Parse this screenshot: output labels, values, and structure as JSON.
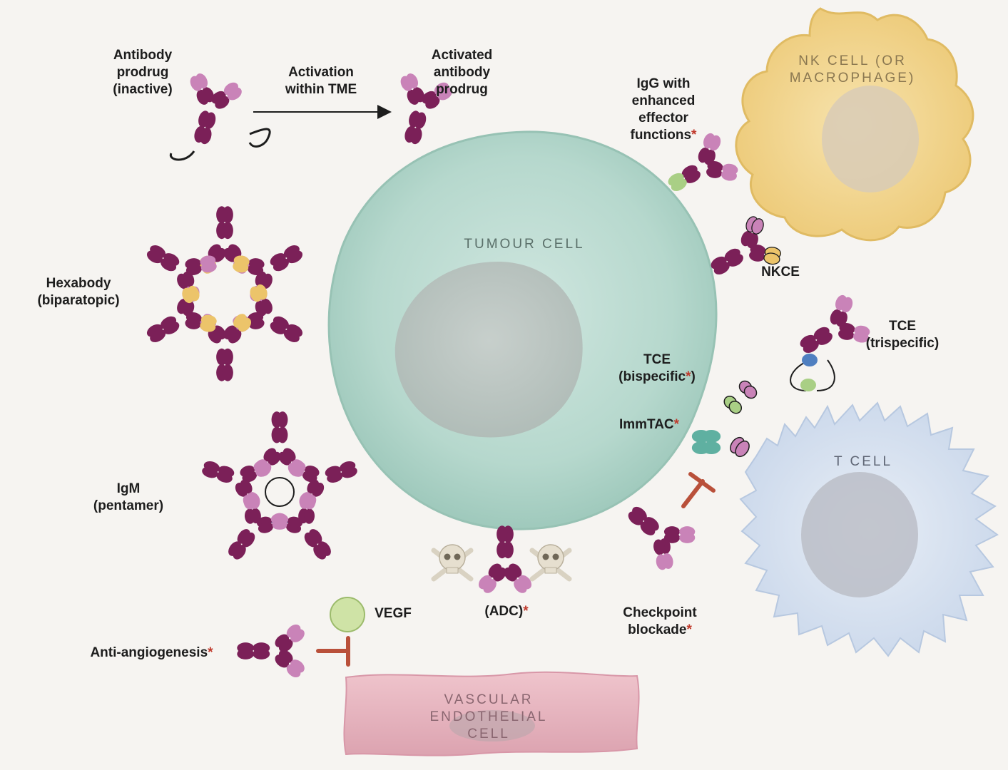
{
  "labels": {
    "prodrug_inactive": [
      "Antibody",
      "prodrug",
      "(inactive)"
    ],
    "activation": [
      "Activation",
      "within TME"
    ],
    "prodrug_activated": [
      "Activated",
      "antibody",
      "prodrug"
    ],
    "igg_enhanced": [
      "IgG with",
      "enhanced",
      "effector",
      "functions"
    ],
    "nkce": [
      "NKCE"
    ],
    "tce_trispecific": [
      "TCE",
      "(trispecific)"
    ],
    "tce_bispecific": [
      "TCE",
      "(bispecific",
      ")"
    ],
    "immtac": [
      "ImmTAC"
    ],
    "hexabody": [
      "Hexabody",
      "(biparatopic)"
    ],
    "igm": [
      "IgM",
      "(pentamer)"
    ],
    "vegf": [
      "VEGF"
    ],
    "adc": [
      "(ADC)"
    ],
    "checkpoint": [
      "Checkpoint",
      "blockade"
    ],
    "anti_angiogenesis": [
      "Anti-angiogenesis"
    ]
  },
  "asterisk": "*",
  "cells": {
    "tumour": [
      "TUMOUR CELL"
    ],
    "nk": [
      "NK CELL (OR",
      "MACROPHAGE)"
    ],
    "t": [
      "T CELL"
    ],
    "vascular": [
      "VASCULAR",
      "ENDOTHELIAL",
      "CELL"
    ]
  },
  "colors": {
    "background": "#f6f4f1",
    "antibody_heavy": "#7b2058",
    "antibody_fab": "#c983b8",
    "tumour_cell": "#b9d9cf",
    "nk_cell": "#f0d48f",
    "t_cell": "#d5e0ee",
    "vascular_cell": "#e8b5c0",
    "vegf": "#cfe3a6",
    "inhibit": "#b9503a",
    "asterisk": "#c0392b"
  }
}
